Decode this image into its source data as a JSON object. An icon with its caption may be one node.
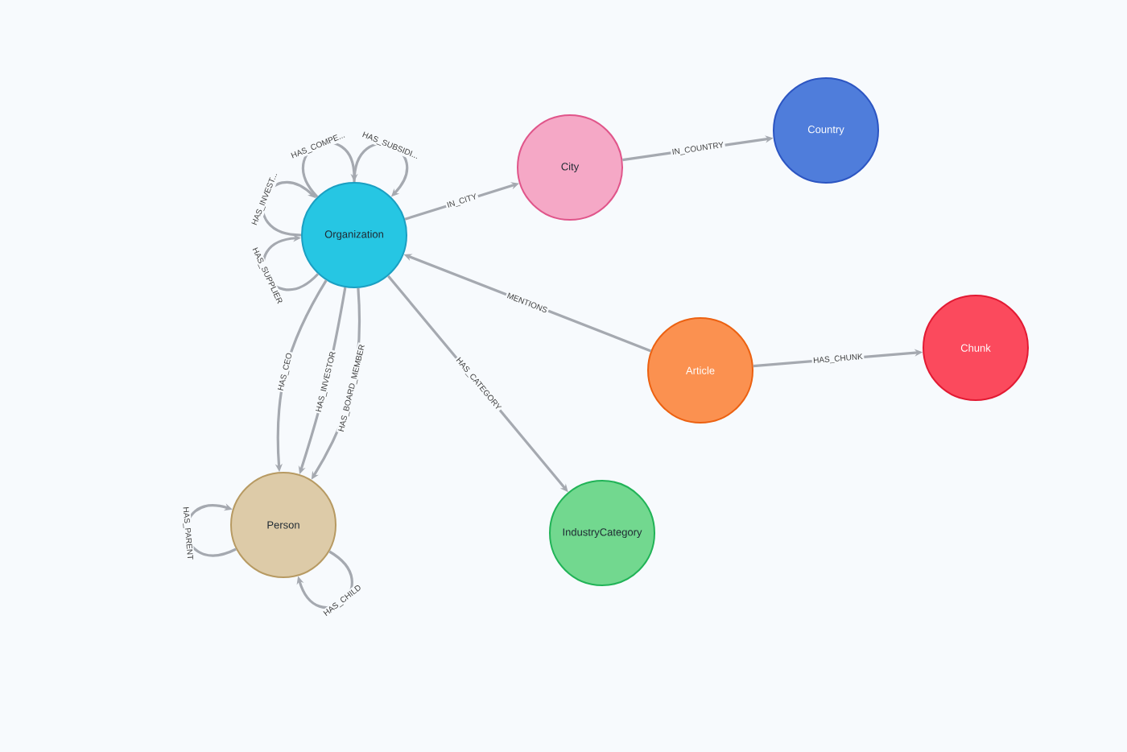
{
  "diagram": {
    "nodes": [
      {
        "text": [
          "Organization"
        ]
      },
      {
        "text": [
          "City"
        ]
      },
      {
        "text": [
          "Country"
        ]
      },
      {
        "text": [
          "Article"
        ]
      },
      {
        "text": [
          "Chunk"
        ]
      },
      {
        "text": [
          "Person"
        ]
      },
      {
        "text": [
          "IndustryCategory"
        ]
      }
    ],
    "edges": [
      {
        "from": 0,
        "to": 0,
        "arrow": "to",
        "label": "HAS_COMPE..."
      },
      {
        "from": 0,
        "to": 0,
        "arrow": "to",
        "label": "HAS_SUBSIDI..."
      },
      {
        "from": 0,
        "to": 0,
        "arrow": "to",
        "label": "HAS_INVEST..."
      },
      {
        "from": 0,
        "to": 0,
        "arrow": "to",
        "label": "HAS_SUPPLIER"
      },
      {
        "from": 0,
        "to": 1,
        "arrow": "to",
        "label": "IN_CITY"
      },
      {
        "from": 1,
        "to": 2,
        "arrow": "to",
        "label": "IN_COUNTRY"
      },
      {
        "from": 3,
        "to": 0,
        "arrow": "to",
        "label": "MENTIONS"
      },
      {
        "from": 3,
        "to": 4,
        "arrow": "to",
        "label": "HAS_CHUNK"
      },
      {
        "from": 0,
        "to": 5,
        "arrow": "to",
        "label": "HAS_CEO"
      },
      {
        "from": 0,
        "to": 5,
        "arrow": "to",
        "label": "HAS_INVESTOR"
      },
      {
        "from": 0,
        "to": 5,
        "arrow": "to",
        "label": "HAS_BOARD_MEMBER"
      },
      {
        "from": 0,
        "to": 6,
        "arrow": "to",
        "label": "HAS_CATEGORY"
      },
      {
        "from": 5,
        "to": 5,
        "arrow": "to",
        "label": "HAS_PARENT"
      },
      {
        "from": 5,
        "to": 5,
        "arrow": "to",
        "label": "HAS_CHILD"
      }
    ]
  }
}
